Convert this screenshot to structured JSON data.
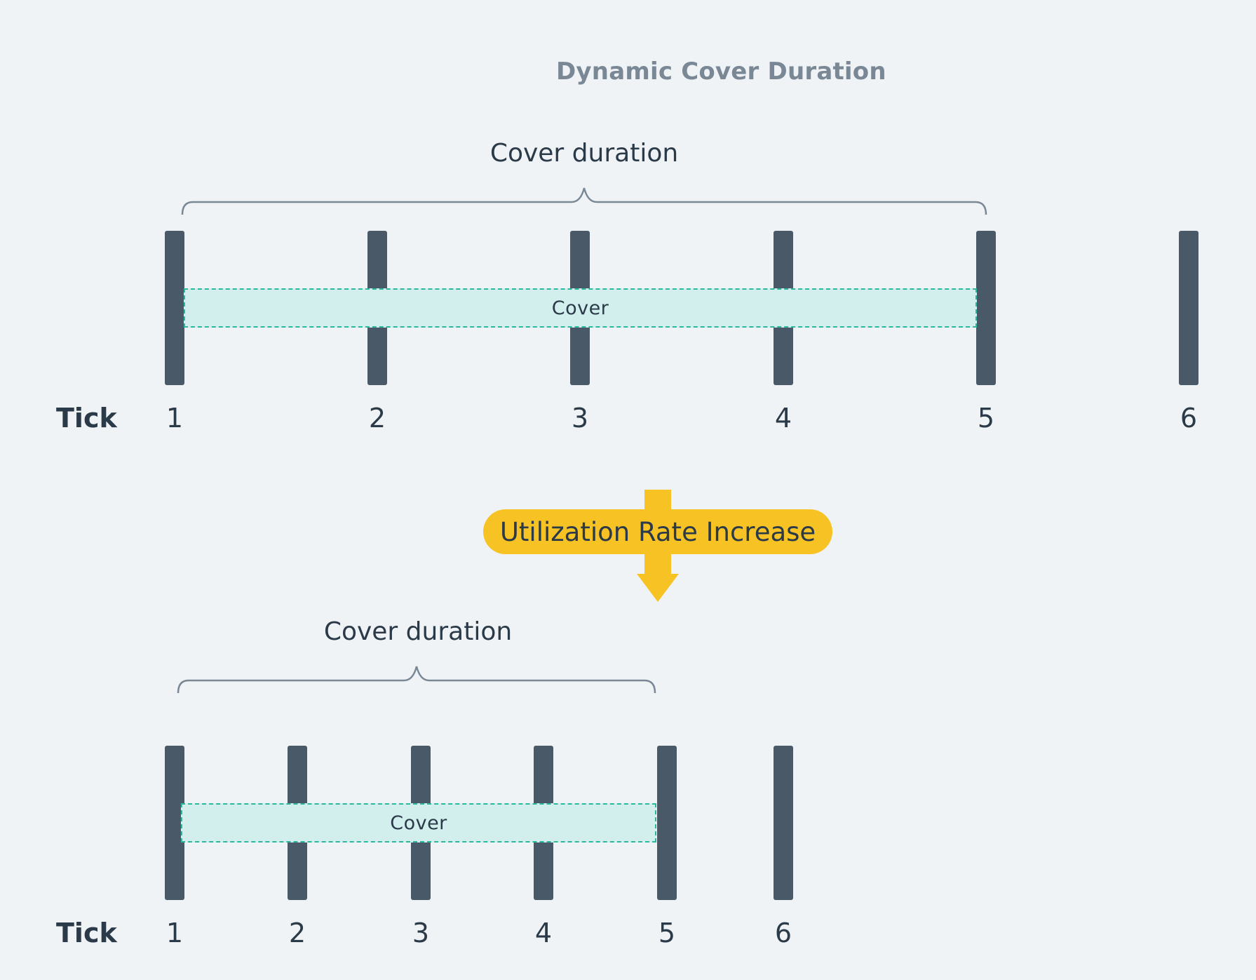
{
  "title": "Dynamic Cover Duration",
  "colors": {
    "background": "#f0f3f6",
    "bar": "#4a5968",
    "cover_fill": "#d2efee",
    "cover_border": "#2bb89c",
    "accent_yellow": "#f7c324",
    "title_gray": "#7a8896"
  },
  "top": {
    "brace_label": "Cover duration",
    "cover_label": "Cover",
    "tick_label": "Tick",
    "ticks": [
      "1",
      "2",
      "3",
      "4",
      "5",
      "6"
    ]
  },
  "transition": {
    "label": "Utilization Rate Increase"
  },
  "bottom": {
    "brace_label": "Cover duration",
    "cover_label": "Cover",
    "tick_label": "Tick",
    "ticks": [
      "1",
      "2",
      "3",
      "4",
      "5",
      "6"
    ]
  }
}
